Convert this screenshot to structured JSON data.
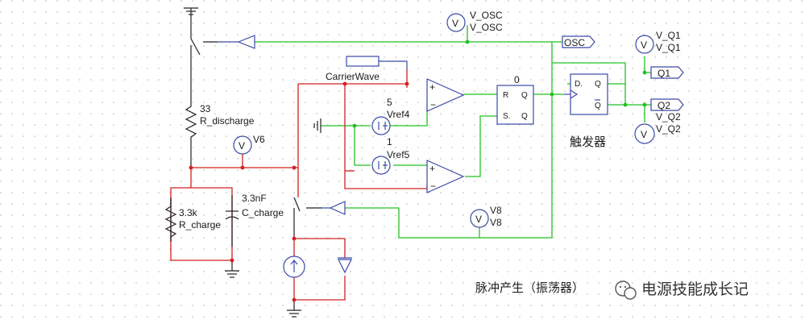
{
  "colors": {
    "wire_green": "#22c022",
    "wire_red": "#d42020",
    "component_blue": "#3a4aa8",
    "grid_dot": "#b4b4b4"
  },
  "components": {
    "osc_meter": {
      "symbol": "V",
      "name_1": "V_OSC",
      "name_2": "V_OSC"
    },
    "q1_meter": {
      "symbol": "V",
      "name_1": "V_Q1",
      "name_2": "V_Q1"
    },
    "q2_meter": {
      "symbol": "V",
      "name_1": "V_Q2",
      "name_2": "V_Q2"
    },
    "v6_meter": {
      "symbol": "V",
      "name": "V6"
    },
    "v8_meter": {
      "symbol": "V",
      "name_1": "V8",
      "name_2": "V8"
    },
    "r_discharge": {
      "value": "33",
      "name": "R_discharge"
    },
    "r_charge": {
      "value": "3.3k",
      "name": "R_charge"
    },
    "c_charge": {
      "value": "3.3nF",
      "name": "C_charge"
    },
    "vref4": {
      "value": "5",
      "name": "Vref4"
    },
    "vref5": {
      "value": "1",
      "name": "Vref5"
    },
    "carrier_wave": {
      "label": "CarrierWave"
    },
    "sr_latch": {
      "top_label": "0",
      "pin_r": "R",
      "pin_s": "S.",
      "pin_q": "Q",
      "pin_qbar": "Q"
    },
    "d_flipflop": {
      "pin_d": "D.",
      "pin_q": "Q",
      "pin_qbar": "Q"
    },
    "labels": {
      "osc": "OSC",
      "q1": "Q1",
      "q2": "Q2"
    }
  },
  "captions": {
    "trigger": "触发器",
    "pulse_generator": "脉冲产生（振荡器）",
    "watermark": "电源技能成长记"
  }
}
